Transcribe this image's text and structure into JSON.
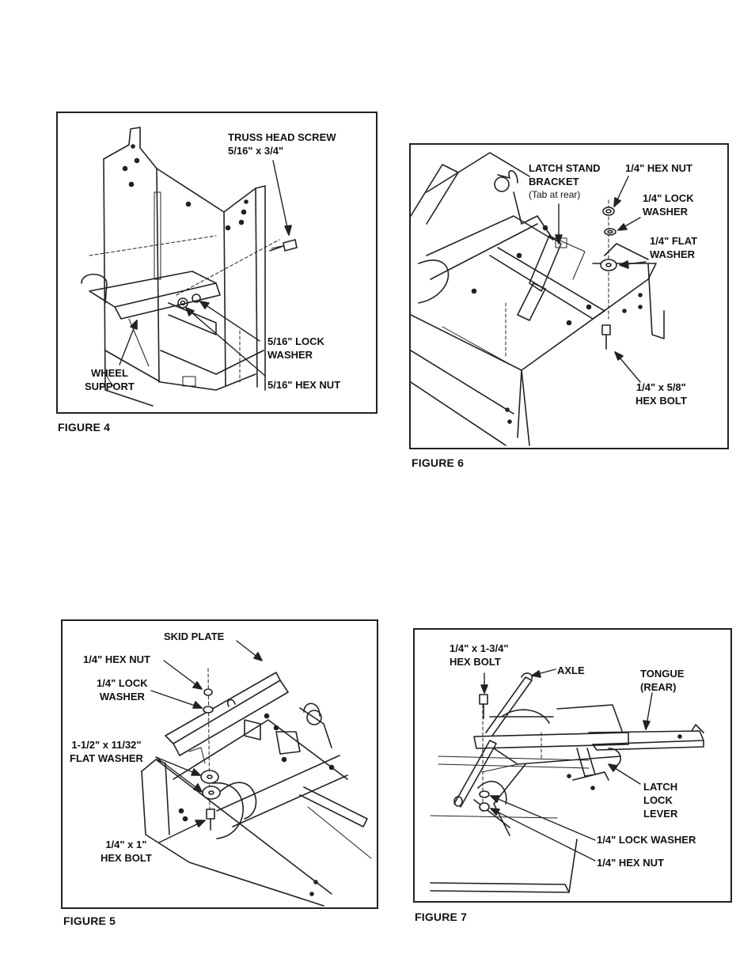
{
  "figures": {
    "fig4": {
      "caption": "FIGURE 4",
      "labels": {
        "truss_screw": [
          "TRUSS HEAD SCREW",
          "5/16\" x 3/4\""
        ],
        "lock_washer": [
          "5/16\" LOCK",
          "WASHER"
        ],
        "hex_nut": [
          "5/16\" HEX NUT"
        ],
        "wheel_support": [
          "WHEEL",
          "SUPPORT"
        ]
      }
    },
    "fig5": {
      "caption": "FIGURE 5",
      "labels": {
        "skid_plate": [
          "SKID PLATE"
        ],
        "hex_nut": [
          "1/4\" HEX NUT"
        ],
        "lock_washer": [
          "1/4\" LOCK",
          "WASHER"
        ],
        "flat_washer": [
          "1-1/2\" x 11/32\"",
          "FLAT WASHER"
        ],
        "hex_bolt": [
          "1/4\" x 1\"",
          "HEX BOLT"
        ]
      }
    },
    "fig6": {
      "caption": "FIGURE 6",
      "labels": {
        "latch_bracket": [
          "LATCH STAND",
          "BRACKET"
        ],
        "latch_note": "(Tab at rear)",
        "hex_nut": [
          "1/4\" HEX NUT"
        ],
        "lock_washer": [
          "1/4\" LOCK",
          "WASHER"
        ],
        "flat_washer": [
          "1/4\" FLAT",
          "WASHER"
        ],
        "hex_bolt": [
          "1/4\" x 5/8\"",
          "HEX BOLT"
        ]
      }
    },
    "fig7": {
      "caption": "FIGURE 7",
      "labels": {
        "hex_bolt": [
          "1/4\" x 1-3/4\"",
          "HEX BOLT"
        ],
        "axle": [
          "AXLE"
        ],
        "tongue": [
          "TONGUE",
          "(REAR)"
        ],
        "latch_lever": [
          "LATCH",
          "LOCK",
          "LEVER"
        ],
        "lock_washer": [
          "1/4\" LOCK WASHER"
        ],
        "hex_nut": [
          "1/4\" HEX NUT"
        ]
      }
    }
  }
}
